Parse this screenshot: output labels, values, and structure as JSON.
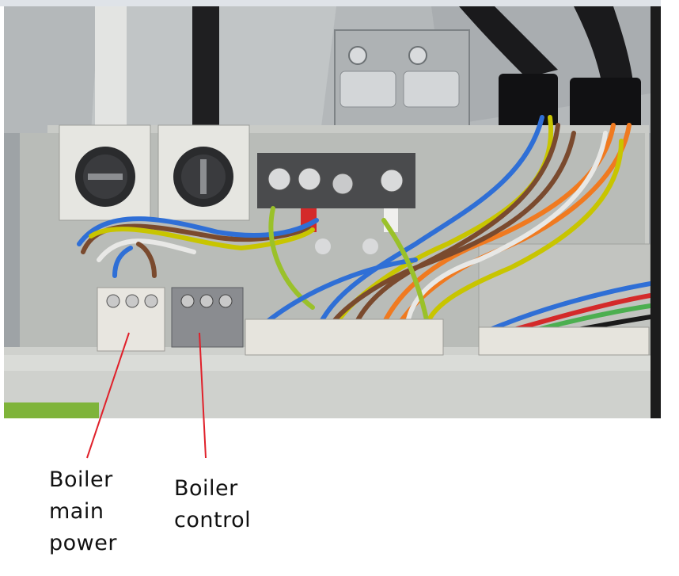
{
  "annotations": {
    "boiler_main_power": {
      "lines": [
        "Boiler",
        "main",
        "power"
      ],
      "line_color": "#e0202a"
    },
    "boiler_control": {
      "lines": [
        "Boiler",
        "control"
      ],
      "line_color": "#e0202a"
    }
  },
  "photo": {
    "subject": "boiler-wiring-terminal-box"
  }
}
